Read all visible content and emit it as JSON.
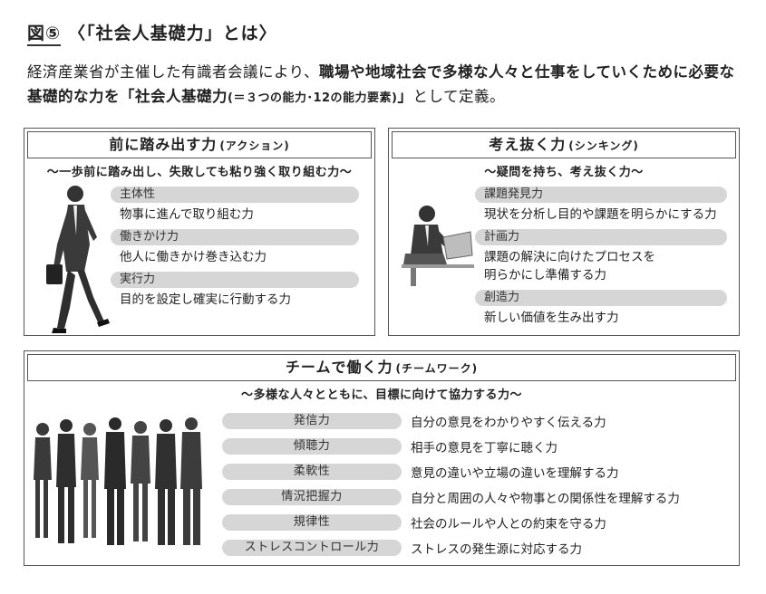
{
  "title": {
    "fig": "図⑤",
    "text": "〈「社会人基礎力」とは〉"
  },
  "intro": {
    "part1": "経済産業省が主催した有識者会議により、",
    "part2": "職場や地域社会で多様な人々と仕事をしていくために必要な基礎的な力を「社会人基礎力",
    "part3": "(＝３つの能力･12の能力要素)",
    "part4": "」",
    "part5": "として定義。"
  },
  "action": {
    "title": "前に踏み出す力",
    "subtitle": "(アクション)",
    "tagline": "～一歩前に踏み出し、失敗しても粘り強く取り組む力～",
    "items": [
      {
        "label": "主体性",
        "desc": "物事に進んで取り組む力"
      },
      {
        "label": "働きかけ力",
        "desc": "他人に働きかけ巻き込む力"
      },
      {
        "label": "実行力",
        "desc": "目的を設定し確実に行動する力"
      }
    ]
  },
  "thinking": {
    "title": "考え抜く力",
    "subtitle": "(シンキング)",
    "tagline": "～疑問を持ち、考え抜く力～",
    "items": [
      {
        "label": "課題発見力",
        "desc": "現状を分析し目的や課題を明らかにする力"
      },
      {
        "label": "計画力",
        "desc": "課題の解決に向けたプロセスを",
        "desc2": "明らかにし準備する力"
      },
      {
        "label": "創造力",
        "desc": "新しい価値を生み出す力"
      }
    ]
  },
  "team": {
    "title": "チームで働く力",
    "subtitle": "(チームワーク)",
    "tagline": "～多様な人々とともに、目標に向けて協力する力～",
    "items": [
      {
        "label": "発信力",
        "desc": "自分の意見をわかりやすく伝える力"
      },
      {
        "label": "傾聴力",
        "desc": "相手の意見を丁寧に聴く力"
      },
      {
        "label": "柔軟性",
        "desc": "意見の違いや立場の違いを理解する力"
      },
      {
        "label": "情況把握力",
        "desc": "自分と周囲の人々や物事との関係性を理解する力"
      },
      {
        "label": "規律性",
        "desc": "社会のルールや人との約束を守る力"
      },
      {
        "label": "ストレスコントロール力",
        "desc": "ストレスの発生源に対応する力"
      }
    ]
  }
}
